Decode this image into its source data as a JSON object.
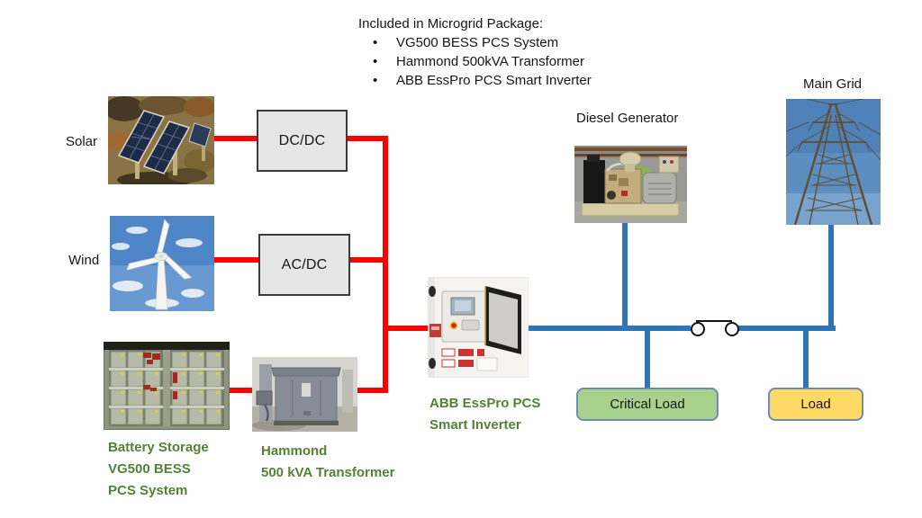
{
  "note": {
    "heading": "Included in Microgrid Package:",
    "items": [
      "VG500 BESS PCS System",
      "Hammond 500kVA Transformer",
      "ABB EssPro PCS Smart Inverter"
    ]
  },
  "sources": {
    "solar_label": "Solar",
    "wind_label": "Wind",
    "battery_label_line1": "Battery Storage",
    "battery_label_line2": "VG500 BESS",
    "battery_label_line3": "PCS System"
  },
  "converters": {
    "dcdc_label": "DC/DC",
    "acdc_label": "AC/DC"
  },
  "transformer": {
    "label_line1": "Hammond",
    "label_line2": "500 kVA Transformer"
  },
  "inverter": {
    "label_line1": "ABB EssPro PCS",
    "label_line2": "Smart Inverter"
  },
  "generator": {
    "label": "Diesel Generator"
  },
  "grid": {
    "label": "Main Grid"
  },
  "loads": {
    "critical_label": "Critical Load",
    "load_label": "Load"
  },
  "colors": {
    "dc_line": "#FE0000",
    "ac_line": "#2E75B6",
    "green_text": "#538135",
    "converter_fill": "#E7E6E6",
    "critical_load_fill": "#A9D18E",
    "load_fill": "#FFD966",
    "load_box_border": "#6D8AB8"
  }
}
